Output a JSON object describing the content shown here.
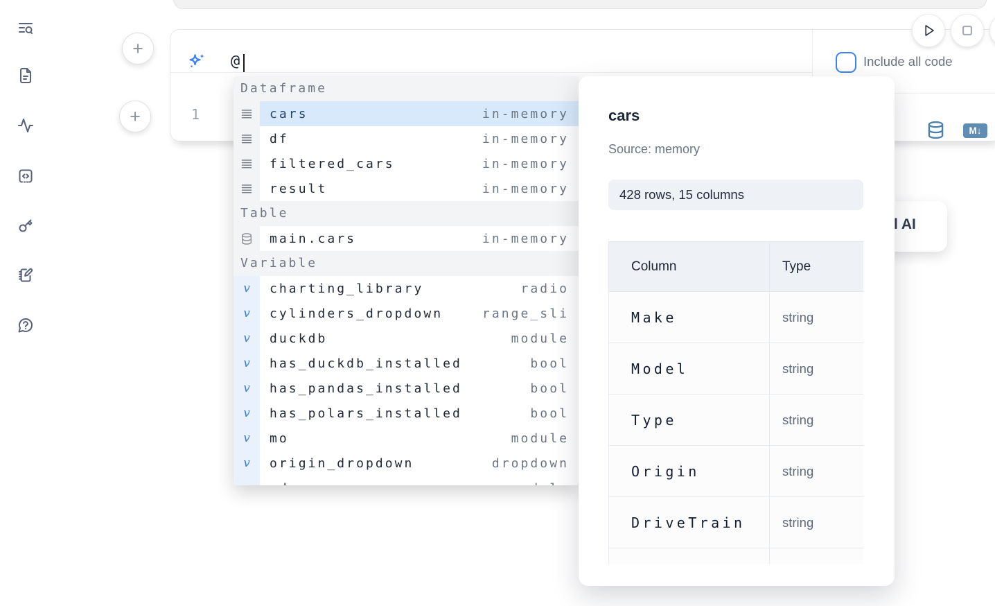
{
  "sidebar": {
    "icons": [
      "table-of-contents-search-icon",
      "file-document-icon",
      "activity-icon",
      "code-box-icon",
      "key-icon",
      "notebook-pen-icon",
      "help-chat-icon"
    ]
  },
  "toolbar": {
    "run_icon": "play-icon",
    "stop_icon": "stop-icon"
  },
  "add_cell_button_label": "+",
  "ai_prompt": {
    "value": "@",
    "include_all_code_label": "Include all code",
    "include_all_code_checked": false
  },
  "cell": {
    "line_number": "1",
    "markdown_badge": "M↓"
  },
  "ai_card": {
    "visible_label": "l AI"
  },
  "autocomplete": {
    "sections": [
      {
        "label": "Dataframe",
        "items": [
          {
            "name": "cars",
            "type": "in-memory",
            "kind": "dataframe",
            "selected": true
          },
          {
            "name": "df",
            "type": "in-memory",
            "kind": "dataframe"
          },
          {
            "name": "filtered_cars",
            "type": "in-memory",
            "kind": "dataframe"
          },
          {
            "name": "result",
            "type": "in-memory",
            "kind": "dataframe"
          }
        ]
      },
      {
        "label": "Table",
        "items": [
          {
            "name": "main.cars",
            "type": "in-memory",
            "kind": "table"
          }
        ]
      },
      {
        "label": "Variable",
        "items": [
          {
            "name": "charting_library",
            "type": "radio",
            "kind": "variable"
          },
          {
            "name": "cylinders_dropdown",
            "type": "range_sli",
            "kind": "variable"
          },
          {
            "name": "duckdb",
            "type": "module",
            "kind": "variable"
          },
          {
            "name": "has_duckdb_installed",
            "type": "bool",
            "kind": "variable"
          },
          {
            "name": "has_pandas_installed",
            "type": "bool",
            "kind": "variable"
          },
          {
            "name": "has_polars_installed",
            "type": "bool",
            "kind": "variable"
          },
          {
            "name": "mo",
            "type": "module",
            "kind": "variable"
          },
          {
            "name": "origin_dropdown",
            "type": "dropdown",
            "kind": "variable"
          },
          {
            "name": "pd",
            "type": "module",
            "kind": "variable"
          }
        ]
      }
    ]
  },
  "preview": {
    "title": "cars",
    "source": "Source: memory",
    "shape_badge": "428 rows, 15 columns",
    "table": {
      "headers": [
        "Column",
        "Type"
      ],
      "rows": [
        [
          "Make",
          "string"
        ],
        [
          "Model",
          "string"
        ],
        [
          "Type",
          "string"
        ],
        [
          "Origin",
          "string"
        ],
        [
          "DriveTrain",
          "string"
        ]
      ]
    }
  },
  "colors": {
    "accent_blue": "#3b82f6",
    "selected_row_bg": "#d8e9fb",
    "sidebar_icon": "#57627b",
    "database_icon_blue": "#4a80ab",
    "markdown_badge_bg": "#5e8cb2"
  }
}
